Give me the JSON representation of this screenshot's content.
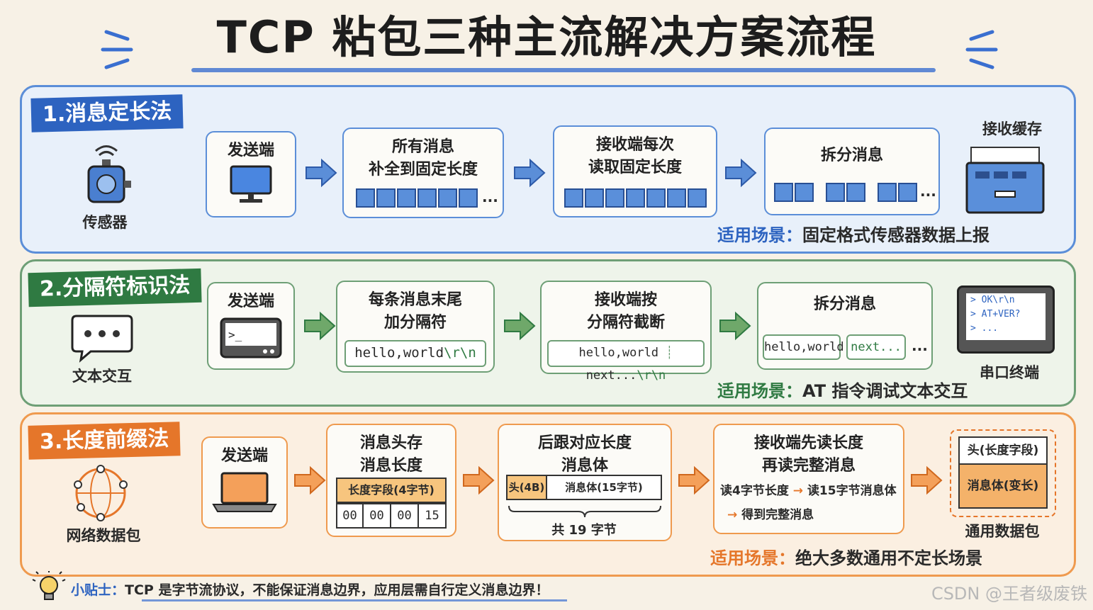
{
  "title": "TCP 粘包三种主流解决方案流程",
  "sections": [
    {
      "tag": "1.消息定长法",
      "icon_label": "传感器",
      "sender": "发送端",
      "step1": "所有消息\n补全到固定长度",
      "step2": "接收端每次\n读取固定长度",
      "step3": "拆分消息",
      "right_label": "接收缓存",
      "dots": "...",
      "scene_label": "适用场景：",
      "scene_text": "固定格式传感器数据上报"
    },
    {
      "tag": "2.分隔符标识法",
      "icon_label": "文本交互",
      "sender": "发送端",
      "step1": "每条消息末尾\n加分隔符",
      "step1_code_text": "hello,world",
      "step1_code_sep": "\\r\\n",
      "step2": "接收端按\n分隔符截断",
      "step2_code_a": "hello,world",
      "step2_code_b": "next...",
      "step2_code_sep": "\\r\\n",
      "step3": "拆分消息",
      "split_a": "hello,world",
      "split_b": "next...",
      "dots": "...",
      "terminal_lines": [
        "> OK\\r\\n",
        "> AT+VER?",
        "> ..."
      ],
      "right_label": "串口终端",
      "scene_label": "适用场景：",
      "scene_text": "AT 指令调试文本交互"
    },
    {
      "tag": "3.长度前缀法",
      "icon_label": "网络数据包",
      "sender": "发送端",
      "step1": "消息头存\n消息长度",
      "len_field": "长度字段(4字节)",
      "bytes": [
        "00",
        "00",
        "00",
        "15"
      ],
      "step2": "后跟对应长度\n消息体",
      "head_4b": "头(4B)",
      "body_15": "消息体(15字节)",
      "total": "共 19 字节",
      "step3": "接收端先读长度\n再读完整消息",
      "read_a": "读4字节长度",
      "read_arrow": "→",
      "read_b": "读15字节消息体",
      "read_c": "得到完整消息",
      "packet_head": "头(长度字段)",
      "packet_body": "消息体(变长)",
      "right_label": "通用数据包",
      "scene_label": "适用场景：",
      "scene_text": "绝大多数通用不定长场景"
    }
  ],
  "tip_label": "小贴士：",
  "tip_text": "TCP 是字节流协议，不能保证消息边界，应用层需自行定义消息边界！",
  "watermark": "CSDN @王者级废铁",
  "colors": {
    "blue": "#2d63c0",
    "green": "#2f7a42",
    "orange": "#e5762a"
  }
}
